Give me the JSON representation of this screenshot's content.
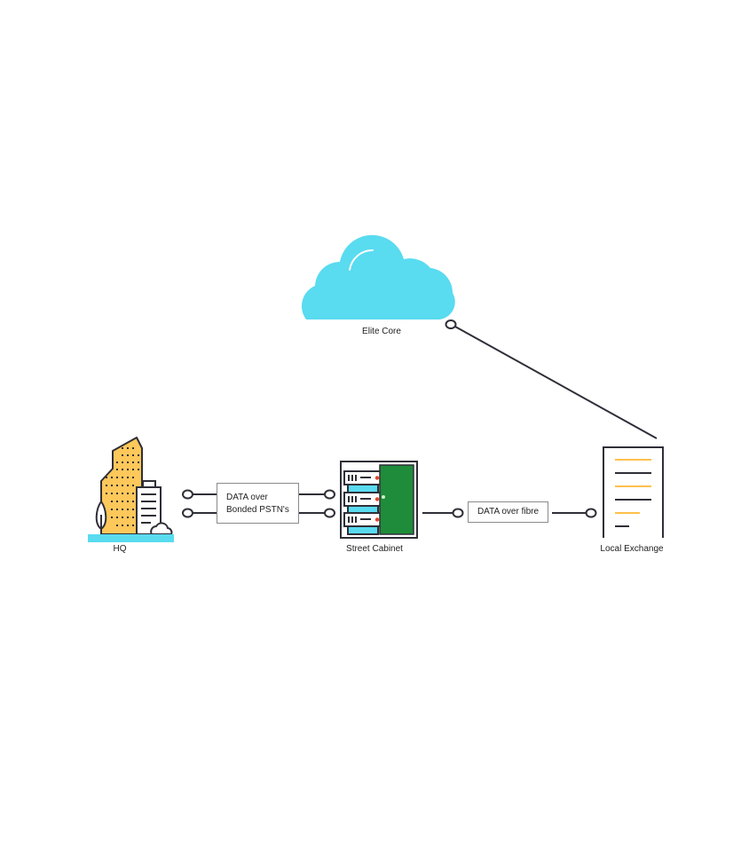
{
  "nodes": {
    "cloud": {
      "label": "Elite Core",
      "icon": "cloud-icon"
    },
    "hq": {
      "label": "HQ",
      "icon": "office-buildings-icon"
    },
    "cabinet": {
      "label": "Street Cabinet",
      "icon": "server-cabinet-icon"
    },
    "exchange": {
      "label": "Local Exchange",
      "icon": "document-icon"
    }
  },
  "links": {
    "hq_cabinet": {
      "line1": "DATA over",
      "line2": "Bonded PSTN's"
    },
    "cabinet_exchange": {
      "label": "DATA over fibre"
    }
  },
  "colors": {
    "cloud": "#59dbf0",
    "building_orange": "#ffc85a",
    "ground": "#59dbf0",
    "cabinet_door": "#1e8c3a",
    "line": "#2f2f38",
    "doc_orange": "#ffc04d"
  }
}
